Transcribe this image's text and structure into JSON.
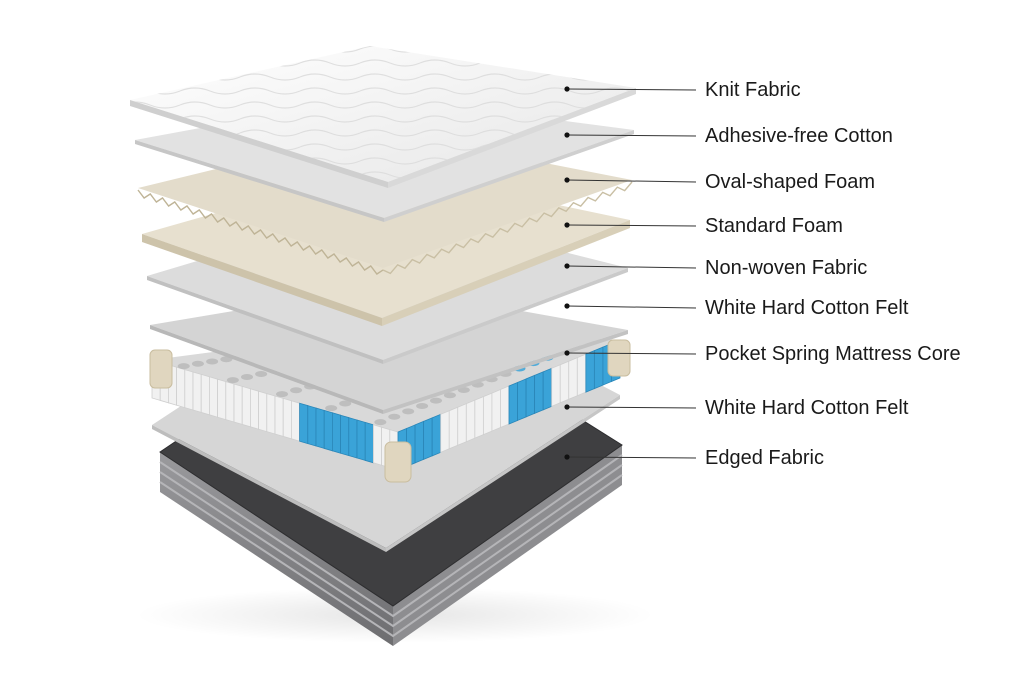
{
  "layers": [
    {
      "name": "Knit Fabric",
      "color": "#f4f4f4"
    },
    {
      "name": "Adhesive-free Cotton",
      "color": "#e2e2e2"
    },
    {
      "name": "Oval-shaped Foam",
      "color": "#e3dccb"
    },
    {
      "name": "Standard Foam",
      "color": "#e7e0cf"
    },
    {
      "name": "Non-woven Fabric",
      "color": "#dcdcdc"
    },
    {
      "name": "White Hard Cotton Felt",
      "color": "#d8d8d8"
    },
    {
      "name": "Pocket Spring Mattress Core",
      "color": "#3aa3d8"
    },
    {
      "name": "White Hard Cotton Felt",
      "color": "#d8d8d8"
    },
    {
      "name": "Edged Fabric",
      "color": "#3f3f41"
    }
  ],
  "colors": {
    "spring_blue": "#3aa3d8",
    "spring_white": "#f1f1f1",
    "spring_grey": "#b9b9b9",
    "corner_cap": "#e0d6bf",
    "leader_line": "#333333"
  }
}
